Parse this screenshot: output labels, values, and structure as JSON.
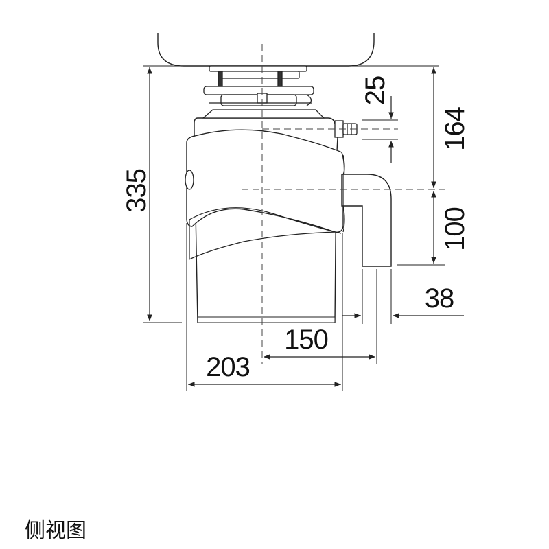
{
  "diagram": {
    "dimensions": {
      "total_height": "335",
      "top_offset": "25",
      "outlet_height": "164",
      "outlet_to_pipe": "100",
      "pipe_width": "38",
      "center_to_pipe": "150",
      "body_width": "203"
    }
  },
  "caption": "侧视图",
  "colors": {
    "line": "#222222",
    "body_fill": "#ffffff",
    "dash": "#444444"
  }
}
